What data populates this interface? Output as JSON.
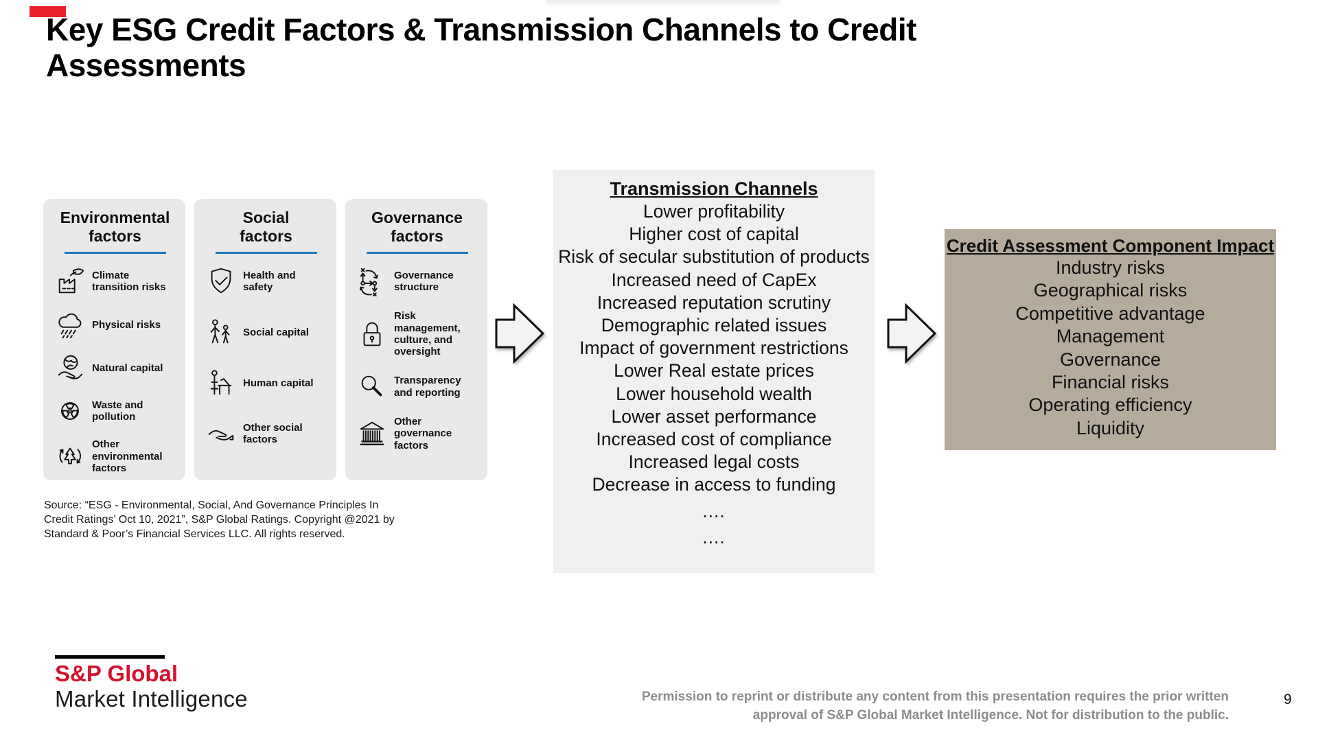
{
  "slide": {
    "title": "Key ESG Credit Factors & Transmission Channels to Credit\nAssessments",
    "page_number": "9",
    "source_note": "Source: “ESG - Environmental, Social, And Governance Principles In\nCredit Ratings’ Oct 10, 2021”, S&P Global Ratings. Copyright @2021 by\nStandard & Poor’s Financial Services LLC. All rights reserved.",
    "footer_note": "Permission to reprint or distribute any content from this presentation requires the prior written\napproval of S&P Global Market Intelligence. Not for distribution to the public.",
    "logo": {
      "brand": "S&P Global",
      "division": "Market Intelligence"
    }
  },
  "esg_boxes": [
    {
      "title": "Environmental\nfactors",
      "items": [
        {
          "icon": "climate-transition-risks-icon",
          "label": "Climate\ntransition risks"
        },
        {
          "icon": "physical-risks-icon",
          "label": "Physical risks"
        },
        {
          "icon": "natural-capital-icon",
          "label": "Natural capital"
        },
        {
          "icon": "waste-and-pollution-icon",
          "label": "Waste and\npollution"
        },
        {
          "icon": "other-environmental-factors-icon",
          "label": "Other\nenvironmental\nfactors"
        }
      ]
    },
    {
      "title": "Social\nfactors",
      "items": [
        {
          "icon": "health-and-safety-icon",
          "label": "Health and\nsafety"
        },
        {
          "icon": "social-capital-icon",
          "label": "Social capital"
        },
        {
          "icon": "human-capital-icon",
          "label": "Human capital"
        },
        {
          "icon": "other-social-factors-icon",
          "label": "Other social\nfactors"
        }
      ]
    },
    {
      "title": "Governance\nfactors",
      "items": [
        {
          "icon": "governance-structure-icon",
          "label": "Governance\nstructure"
        },
        {
          "icon": "risk-management-icon",
          "label": "Risk management,\nculture, and\noversight"
        },
        {
          "icon": "transparency-reporting-icon",
          "label": "Transparency\nand reporting"
        },
        {
          "icon": "other-governance-factors-icon",
          "label": "Other governance\nfactors"
        }
      ]
    }
  ],
  "transmission": {
    "title": "Transmission Channels",
    "items": [
      "Lower profitability",
      "Higher cost of capital",
      "Risk of secular substitution of products",
      "Increased need of CapEx",
      "Increased reputation scrutiny",
      "Demographic related issues",
      "Impact of government restrictions",
      "Lower Real estate prices",
      "Lower household wealth",
      "Lower asset performance",
      "Increased cost of compliance",
      "Increased legal costs",
      "Decrease in access to funding",
      "....",
      "...."
    ]
  },
  "credit_impact": {
    "title": "Credit Assessment Component Impact",
    "items": [
      "Industry risks",
      "Geographical risks",
      "Competitive advantage",
      "Management",
      "Governance",
      "Financial risks",
      "Operating efficiency",
      "Liquidity"
    ]
  },
  "icons": [
    "arrow-right-icon"
  ],
  "colors": {
    "accent_blue": "#1779bd",
    "factor_box_gray": "#e9e9e9",
    "transmission_gray": "#f0f0f0",
    "credit_taupe": "#b4ab9c",
    "brand_red": "#d6112e",
    "footer_gray": "#8c8c8c",
    "accent_red_flag": "#e8212e"
  }
}
